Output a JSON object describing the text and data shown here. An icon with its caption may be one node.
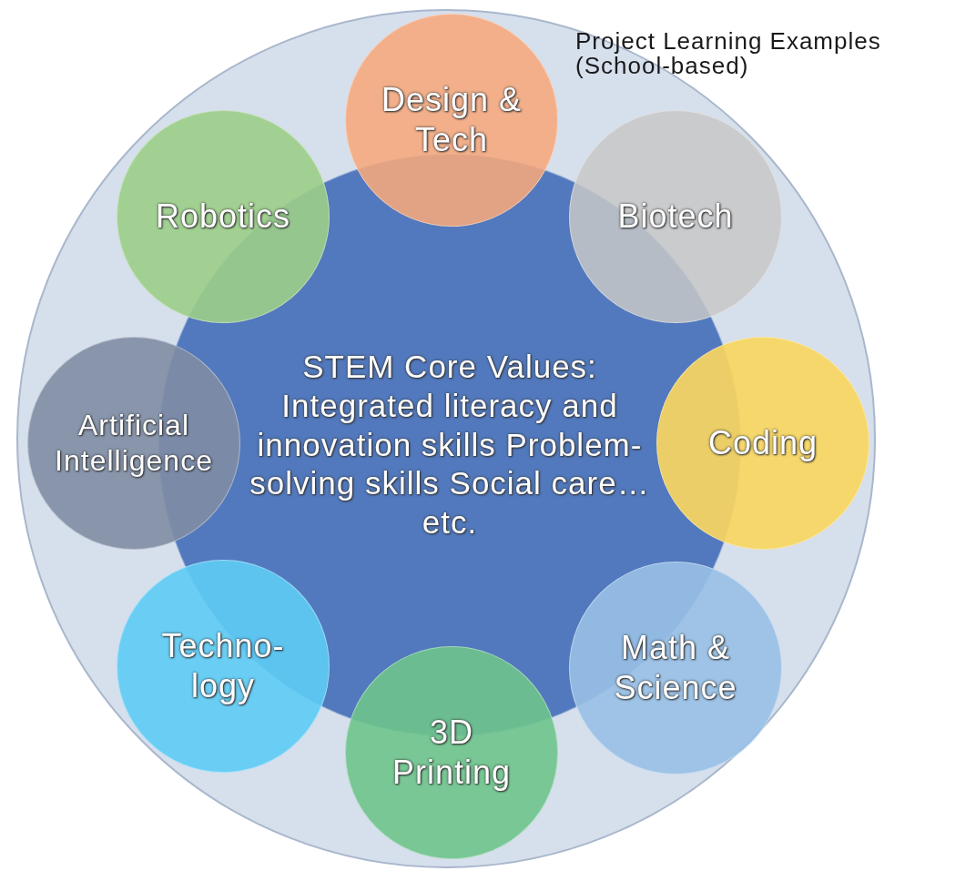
{
  "diagram": {
    "nodes": [
      {
        "text": [
          "Project Learning Examples (School-based)"
        ]
      },
      {
        "text": [
          "STEM Core Values: Integrated literacy and innovation skills Problem-solving skills Social care… etc."
        ],
        "in": 0
      },
      {
        "text": [
          "Design & Tech"
        ],
        "in": 0
      },
      {
        "text": [
          "Biotech"
        ],
        "in": 0
      },
      {
        "text": [
          "Coding"
        ],
        "in": 0
      },
      {
        "text": [
          "Math & Science"
        ],
        "in": 0
      },
      {
        "text": [
          "3D Printing"
        ],
        "in": 0
      },
      {
        "text": [
          "Techno-logy"
        ],
        "in": 0
      },
      {
        "text": [
          "Artificial Intelligence"
        ],
        "in": 0
      },
      {
        "text": [
          "Robotics"
        ],
        "in": 0
      }
    ]
  }
}
